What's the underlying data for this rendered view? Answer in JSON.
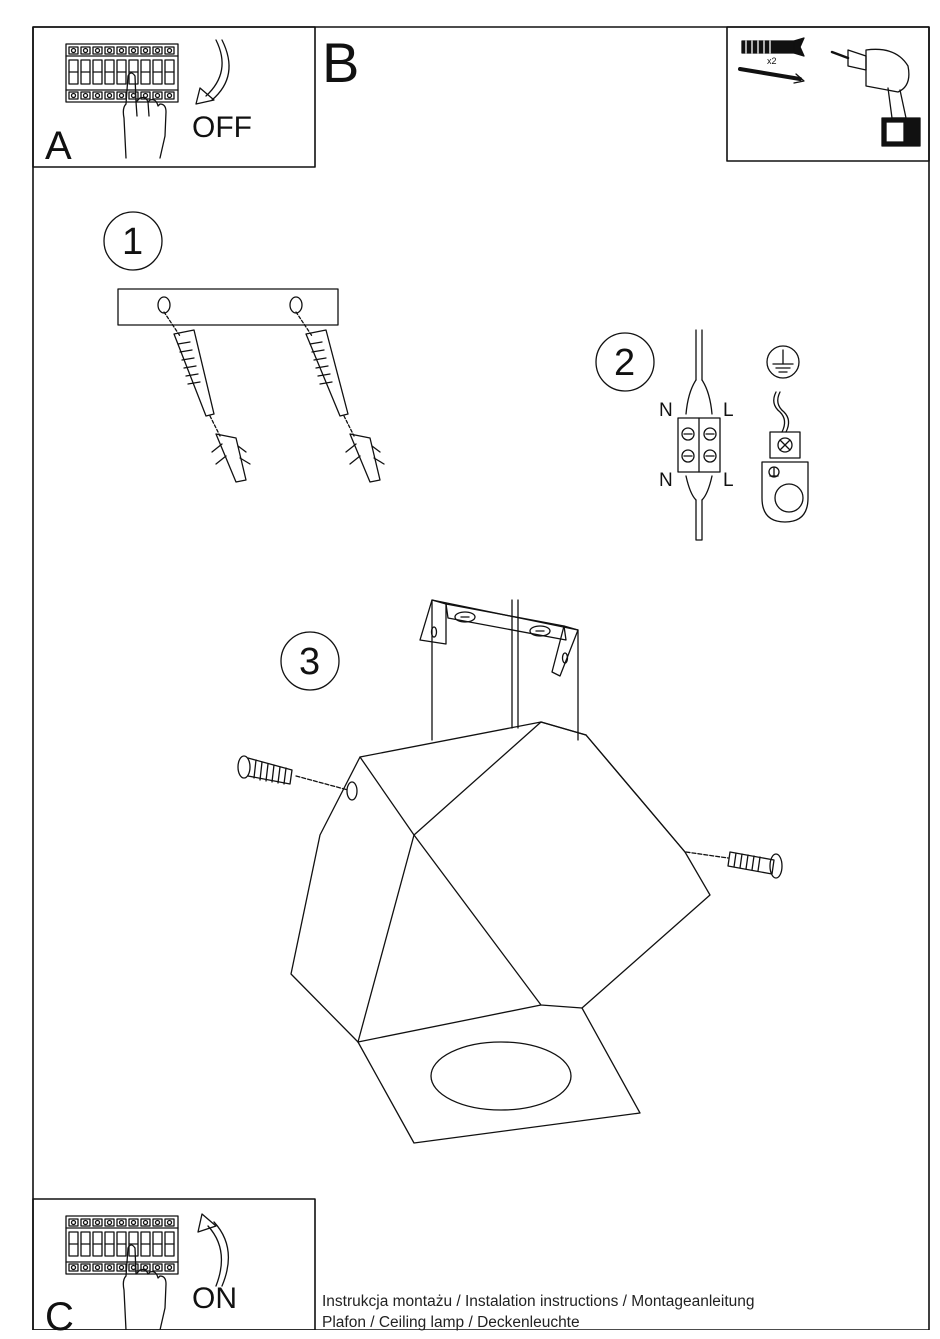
{
  "panels": {
    "a": {
      "letter": "A",
      "action": "OFF"
    },
    "b": {
      "letter": "B",
      "qty": "x2"
    },
    "c": {
      "letter": "C",
      "action": "ON"
    }
  },
  "steps": {
    "s1": "1",
    "s2": "2",
    "s3": "3"
  },
  "wiring": {
    "n_top": "N",
    "l_top": "L",
    "n_bottom": "N",
    "l_bottom": "L"
  },
  "footer": {
    "line1": "Instrukcja montażu / Instalation instructions / Montageanleitung",
    "line2": "Plafon / Ceiling lamp / Deckenleuchte"
  }
}
